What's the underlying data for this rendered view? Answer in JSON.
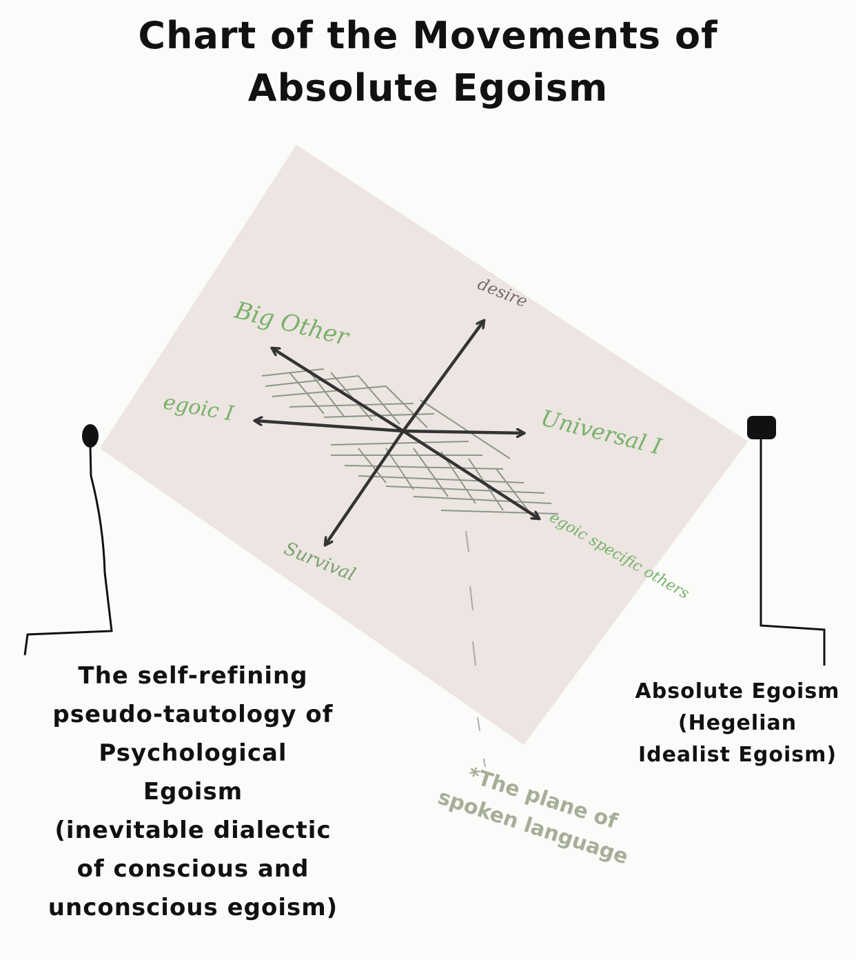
{
  "title": {
    "line1": "Chart of the Movements of",
    "line2": "Absolute Egoism"
  },
  "axis_labels": {
    "big_other": "Big Other",
    "desire": "desire",
    "egoic_i": "egoic I",
    "universal_i": "Universal I",
    "survival": "Survival",
    "egoic_specific_others": "egoic specific others"
  },
  "captions": {
    "left": [
      "The self-refining",
      "pseudo-tautology of",
      "Psychological",
      "Egoism",
      "(inevitable dialectic",
      "of conscious and",
      "unconscious egoism)"
    ],
    "right": [
      "Absolute Egoism",
      "(Hegelian",
      "Idealist Egoism)"
    ]
  },
  "note": {
    "line1": "*The plane of",
    "line2": "spoken language"
  },
  "colors": {
    "card": "#ece5e1",
    "axis": "#333333",
    "hatch": "#6e7b69",
    "green_text": "#78b06a",
    "note_text": "#a7ae98",
    "marker": "#111111"
  }
}
